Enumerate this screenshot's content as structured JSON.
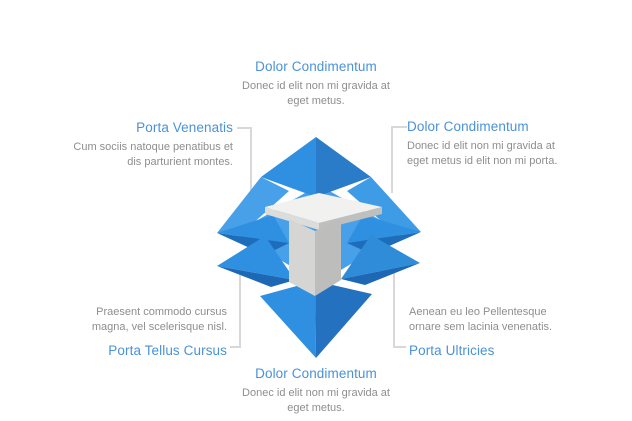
{
  "colors": {
    "background": "#FFFFFF",
    "heading_blue": "#4A92D8",
    "body_gray": "#8E8E8E",
    "connector_gray": "#D8D8D8",
    "blue_light": "#47A0E8",
    "blue_light_2": "#3E9BE6",
    "blue_medium": "#2F90E2",
    "blue_medium_2": "#2E8CD8",
    "blue_medium_dark": "#2A7CC8",
    "blue_deep": "#2471BF",
    "blue_dark": "#1E6DBA",
    "blue_navy": "#1D68B4",
    "gray_top": "#F1F1EF",
    "gray_skirt_left": "#DCDCDA",
    "gray_skirt_right": "#BFBFBD",
    "gray_column_left": "#D5D5D3",
    "gray_column_right": "#BDBDBB"
  },
  "diagram": {
    "illustration": "isometric-cube-with-four-expanding-arrows",
    "blocks": {
      "top": {
        "title": "Dolor Condimentum",
        "body_lines": [
          "Donec id elit non mi gravida at",
          "eget metus."
        ]
      },
      "top_left": {
        "title": "Porta Venenatis",
        "body_lines": [
          "Cum sociis natoque penatibus et",
          "dis parturient montes."
        ]
      },
      "top_right": {
        "title": "Dolor Condimentum",
        "body_lines": [
          "Donec id elit non mi gravida at",
          "eget metus id elit non mi porta."
        ]
      },
      "bottom_left": {
        "title": "Porta Tellus Cursus",
        "body_lines": [
          "Praesent commodo cursus",
          "magna, vel scelerisque nisl."
        ]
      },
      "bottom_right": {
        "title": "Porta Ultricies",
        "body_lines": [
          "Aenean eu leo Pellentesque",
          "ornare sem lacinia venenatis."
        ]
      },
      "bottom": {
        "title": "Dolor Condimentum",
        "body_lines": [
          "Donec id elit non mi gravida at",
          "eget metus."
        ]
      }
    }
  }
}
